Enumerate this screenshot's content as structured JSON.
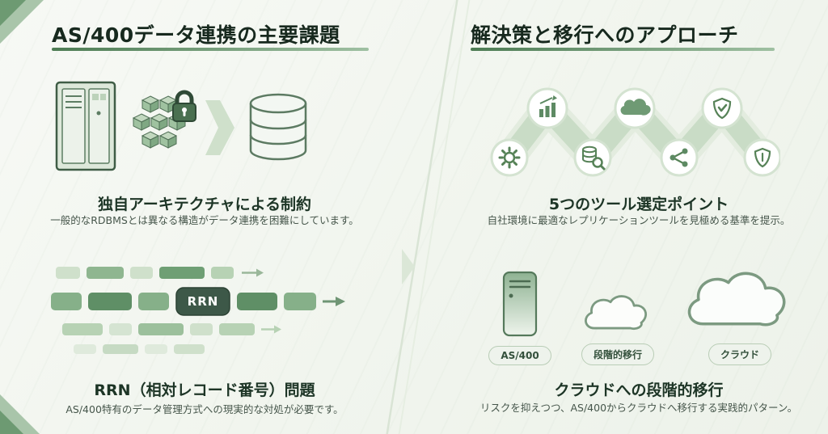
{
  "meta": {
    "accent_color": "#5d8a63",
    "dark_color": "#1d3526",
    "background_color": "#f4f7f2"
  },
  "left": {
    "title": "AS/400データ連携の主要課題",
    "sections": [
      {
        "heading": "独自アーキテクチャによる制約",
        "body": "一般的なRDBMSとは異なる構造がデータ連携を困難にしています。",
        "icons": [
          "server-rack",
          "cube-cluster",
          "lock",
          "arrow-right",
          "database-cylinder"
        ]
      },
      {
        "heading": "RRN（相対レコード番号）問題",
        "body": "AS/400特有のデータ管理方式への現実的な対処が必要です。",
        "badge": "RRN"
      }
    ]
  },
  "right": {
    "title": "解決策と移行へのアプローチ",
    "sections": [
      {
        "heading": "5つのツール選定ポイント",
        "body": "自社環境に最適なレプリケーションツールを見極める基準を提示。",
        "icons": [
          "gear",
          "bar-chart",
          "database-search",
          "cloud",
          "share-network",
          "shield-check",
          "shield"
        ]
      },
      {
        "heading": "クラウドへの段階的移行",
        "body": "リスクを抑えつつ、AS/400からクラウドへ移行する実践的パターン。",
        "labels": [
          "AS/400",
          "段階的移行",
          "クラウド"
        ]
      }
    ]
  }
}
